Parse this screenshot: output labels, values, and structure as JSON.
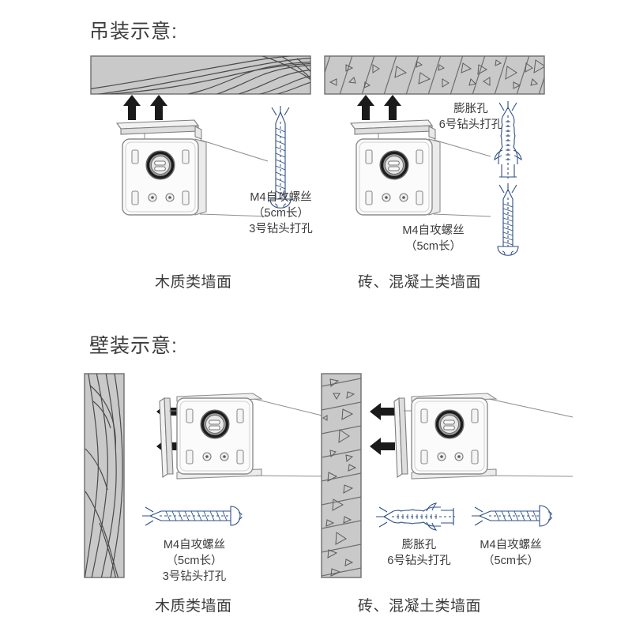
{
  "page": {
    "bg_color": "#ffffff",
    "ink_color": "#3c3c3c",
    "wall_fill": "#c9c9c9",
    "wall_stroke": "#6e6e6e",
    "metal_light": "#fdfdfd",
    "metal_shade": "#e4e4e4",
    "screw_blue": "#2e4f86",
    "arrow_color": "#1a1a1a"
  },
  "sections": [
    {
      "id": "ceiling",
      "title": "吊装示意:",
      "panels": [
        {
          "id": "ceiling-wood",
          "caption": "木质类墙面",
          "wall_type": "wood",
          "wall_orientation": "horizontal",
          "arrows": {
            "direction": "up",
            "count": 2
          },
          "hardware": [
            {
              "id": "ceiling-wood-screw",
              "type": "screw",
              "orientation": "vertical",
              "labels": [
                "M4自攻螺丝",
                "（5cm长）",
                "3号钻头打孔"
              ]
            }
          ]
        },
        {
          "id": "ceiling-concrete",
          "caption": "砖、混凝土类墙面",
          "wall_type": "concrete",
          "wall_orientation": "horizontal",
          "arrows": {
            "direction": "up",
            "count": 2
          },
          "hardware": [
            {
              "id": "ceiling-concrete-anchor",
              "type": "anchor",
              "orientation": "vertical",
              "labels": [
                "膨胀孔",
                "6号钻头打孔"
              ]
            },
            {
              "id": "ceiling-concrete-screw",
              "type": "screw",
              "orientation": "vertical",
              "labels": [
                "M4自攻螺丝",
                "（5cm长）"
              ]
            }
          ]
        }
      ]
    },
    {
      "id": "wall",
      "title": "壁装示意:",
      "panels": [
        {
          "id": "wall-wood",
          "caption": "木质类墙面",
          "wall_type": "wood",
          "wall_orientation": "vertical",
          "arrows": {
            "direction": "left",
            "count": 2
          },
          "hardware": [
            {
              "id": "wall-wood-screw",
              "type": "screw",
              "orientation": "horizontal",
              "labels": [
                "M4自攻螺丝",
                "（5cm长）",
                "3号钻头打孔"
              ]
            }
          ]
        },
        {
          "id": "wall-concrete",
          "caption": "砖、混凝土类墙面",
          "wall_type": "concrete",
          "wall_orientation": "vertical",
          "arrows": {
            "direction": "left",
            "count": 2
          },
          "hardware": [
            {
              "id": "wall-concrete-anchor",
              "type": "anchor",
              "orientation": "horizontal",
              "labels": [
                "膨胀孔",
                "6号钻头打孔"
              ]
            },
            {
              "id": "wall-concrete-screw",
              "type": "screw",
              "orientation": "horizontal",
              "labels": [
                "M4自攻螺丝",
                "（5cm长）"
              ]
            }
          ]
        }
      ]
    }
  ],
  "bracket": {
    "name": "mount-bracket",
    "slot_count": 4,
    "screw_hole_count": 2,
    "has_ball_joint": true
  }
}
